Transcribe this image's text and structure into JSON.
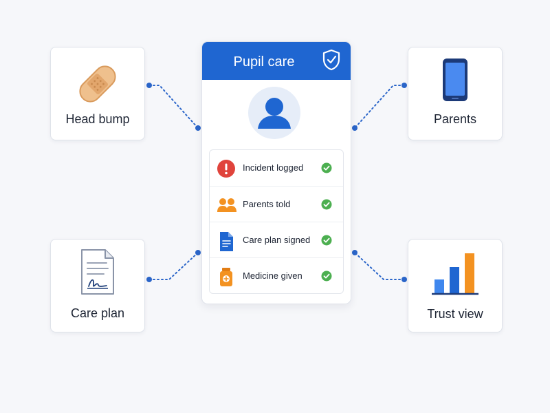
{
  "card": {
    "title": "Pupil care",
    "header_color": "#1f66d1",
    "icon": "shield-check-icon",
    "avatar_icon": "person-avatar-icon",
    "checklist": [
      {
        "label": "Incident logged",
        "icon": "alert-icon",
        "status": "done"
      },
      {
        "label": "Parents told",
        "icon": "people-icon",
        "status": "done"
      },
      {
        "label": "Care plan signed",
        "icon": "document-icon",
        "status": "done"
      },
      {
        "label": "Medicine given",
        "icon": "medicine-bottle-icon",
        "status": "done"
      }
    ]
  },
  "nodes": {
    "head_bump": {
      "label": "Head bump",
      "icon": "bandage-icon"
    },
    "parents": {
      "label": "Parents",
      "icon": "phone-icon"
    },
    "care_plan": {
      "label": "Care plan",
      "icon": "signed-document-icon"
    },
    "trust_view": {
      "label": "Trust view",
      "icon": "bar-chart-icon"
    }
  },
  "colors": {
    "accent_blue": "#1f66d1",
    "check_green": "#4caf50",
    "alert_red": "#e0443c",
    "orange": "#f39221",
    "connector": "#2a65c9"
  }
}
